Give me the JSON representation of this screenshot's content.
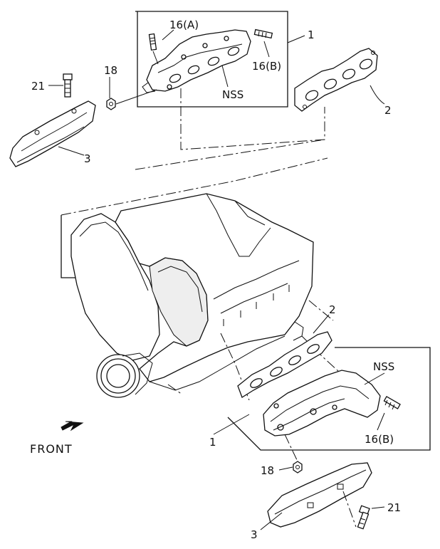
{
  "labels": {
    "p16a_top": "16(A)",
    "p1_top": "1",
    "p18_top": "18",
    "p21_top": "21",
    "p16b_top": "16(B)",
    "nss_top": "NSS",
    "p2_top": "2",
    "p3_top": "3",
    "p2_bottom": "2",
    "nss_bottom": "NSS",
    "p1_bottom": "1",
    "p16b_bottom": "16(B)",
    "p18_bottom": "18",
    "p21_bottom": "21",
    "p3_bottom": "3"
  },
  "front_label": "FRONT",
  "icons": {
    "front_arrow": "arrow-down-left-icon"
  }
}
